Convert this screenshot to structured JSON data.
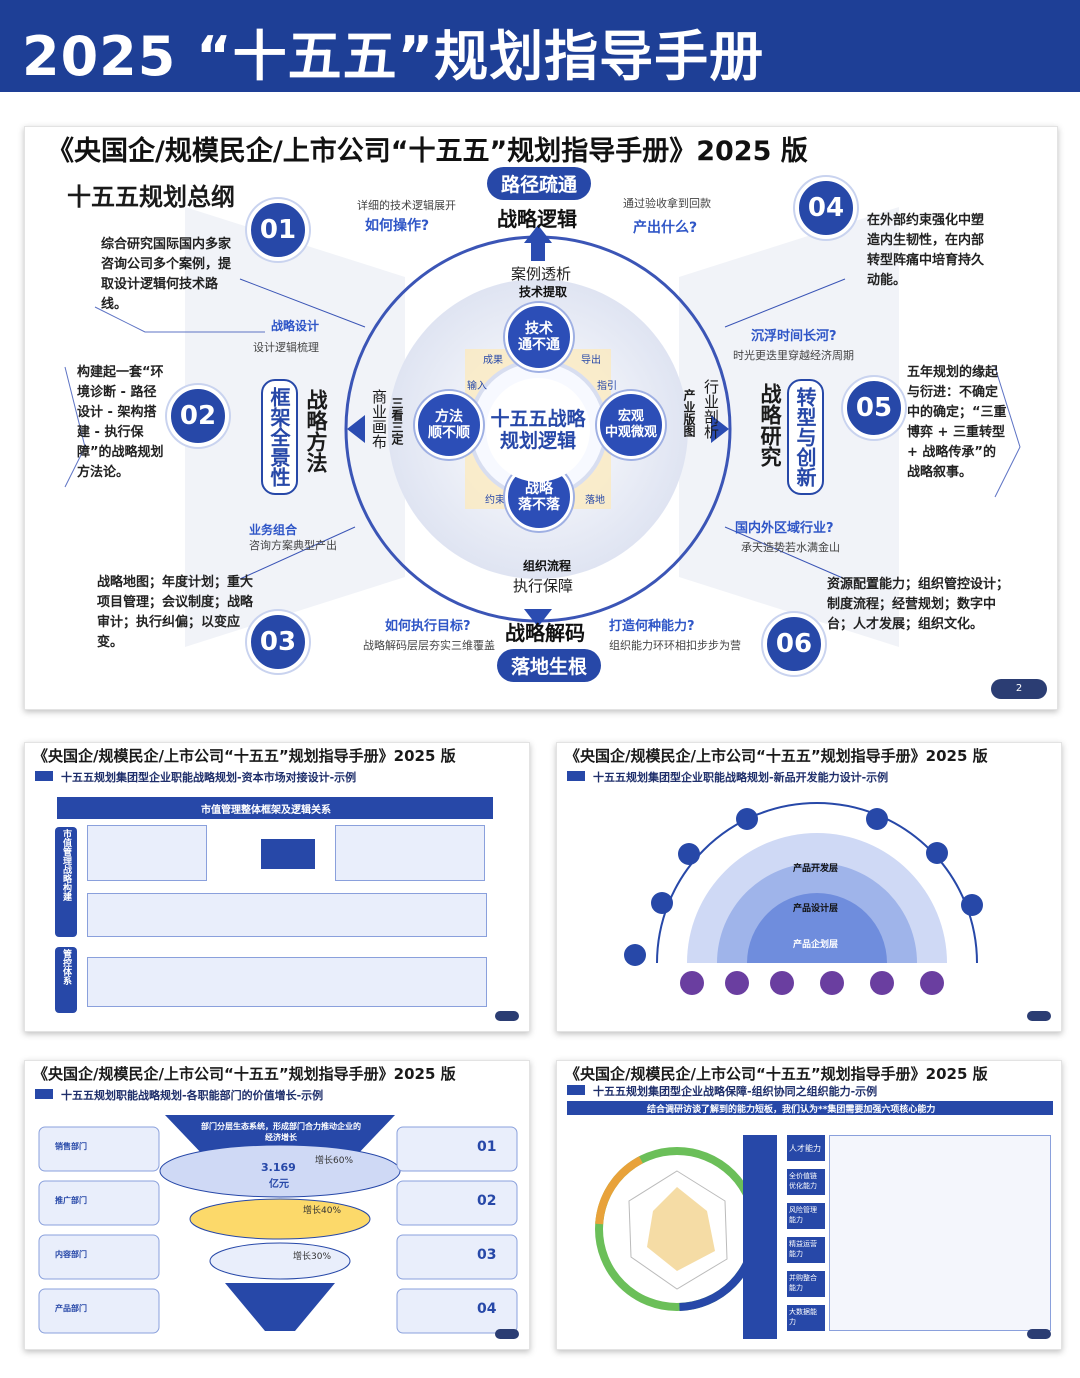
{
  "banner": {
    "title": "2025 “十五五”规划指导手册"
  },
  "main": {
    "title": "《央国企/规模民企/上市公司“十五五”规划指导手册》2025 版",
    "outline": "十五五规划总纲",
    "numbers": [
      "01",
      "02",
      "03",
      "04",
      "05",
      "06"
    ],
    "side_texts": {
      "s01": "综合研究国际国内多家咨询公司多个案例，提取设计逻辑何技术路线。",
      "s02": "构建起一套“环境诊断 - 路径设计 - 架构搭建 - 执行保障”的战略规划方法论。",
      "s03": "战略地图；年度计划；重大项目管理；会议制度；战略审计；执行纠偏；以变应变。",
      "s04": "在外部约束强化中塑造内生韧性，在内部转型阵痛中培育持久动能。",
      "s05": "五年规划的缘起与衍进：不确定中的确定；“三重博弈 + 三重转型 + 战略传承”的战略叙事。",
      "s06": "资源配置能力；组织管控设计；制度流程；经营规划；数字中台；人才发展；组织文化。"
    },
    "top_pill": "路径疏通",
    "bottom_pill": "落地生根",
    "headings": {
      "top": "战略逻辑",
      "left": "战略方法",
      "right": "战略研究",
      "bottom": "战略解码"
    },
    "left_pill": "框架全景性",
    "right_pill": "转型与创新",
    "questions": {
      "how": "如何操作?",
      "how_desc": "详细的技术逻辑展开",
      "what": "产出什么?",
      "what_desc": "通过验收拿到回款",
      "design": "战略设计",
      "design_desc": "设计逻辑梳理",
      "period": "沉浮时间长河?",
      "period_desc": "时光更迭里穿越经济周期",
      "portfolio": "业务组合",
      "portfolio_desc": "咨询方案典型产出",
      "region": "国内外区域行业?",
      "region_desc": "承天造势若水满金山",
      "execute": "如何执行目标?",
      "execute_desc": "战略解码层层夯实三维覆盖",
      "capability": "打造何种能力?",
      "capability_desc": "组织能力环环相扣步步为营"
    },
    "ring": {
      "case": "案例透析",
      "tech": "技术提取",
      "industry": "行业剖析",
      "industry_sub": "产业版图",
      "business": "商业画布",
      "business_sub": "三看三定",
      "org": "组织流程",
      "exec": "执行保障"
    },
    "nodes": {
      "top": "技术\n通不通",
      "left": "方法\n顺不顺",
      "right": "宏观\n中观微观",
      "bottom": "战略\n落不落"
    },
    "core": "十五五战略\n规划逻辑",
    "inner": [
      "成果",
      "导出",
      "输入",
      "指引",
      "约束",
      "落地"
    ],
    "page": "2"
  },
  "thumbs": [
    {
      "title": "《央国企/规模民企/上市公司“十五五”规划指导手册》2025 版",
      "subtitle": "十五五规划集团型企业职能战略规划-资本市场对接设计-示例",
      "header": "市值管理整体框架及逻辑关系",
      "left1": "市值管理战略构建",
      "left2": "管控体系"
    },
    {
      "title": "《央国企/规模民企/上市公司“十五五”规划指导手册》2025 版",
      "subtitle": "十五五规划集团型企业职能战略规划-新品开发能力设计-示例",
      "layers": [
        "产品开发层",
        "产品设计层",
        "产品企划层"
      ]
    },
    {
      "title": "《央国企/规模民企/上市公司“十五五”规划指导手册》2025 版",
      "subtitle": "十五五规划职能战略规划-各职能部门的价值增长-示例",
      "header": "部门分层生态系统，形成部门合力推动企业的经济增长",
      "value": "3.169",
      "unit": "亿元",
      "growth": [
        "增长60%",
        "增长40%",
        "增长30%"
      ],
      "nums": [
        "01",
        "02",
        "03",
        "04"
      ],
      "depts": [
        "销售部门",
        "推广部门",
        "内容部门",
        "产品部门"
      ]
    },
    {
      "title": "《央国企/规模民企/上市公司“十五五”规划指导手册》2025 版",
      "subtitle": "十五五规划集团型企业战略保障-组织协同之组织能力-示例",
      "header": "结合调研访谈了解到的能力短板，我们认为**集团需要加强六项核心能力",
      "caps": [
        "人才能力",
        "全价值链优化能力",
        "风险管理能力",
        "精益运营能力",
        "并购整合能力",
        "大数据能力"
      ]
    }
  ],
  "colors": {
    "brand": "#1e3f96",
    "accent": "#2748a8"
  }
}
